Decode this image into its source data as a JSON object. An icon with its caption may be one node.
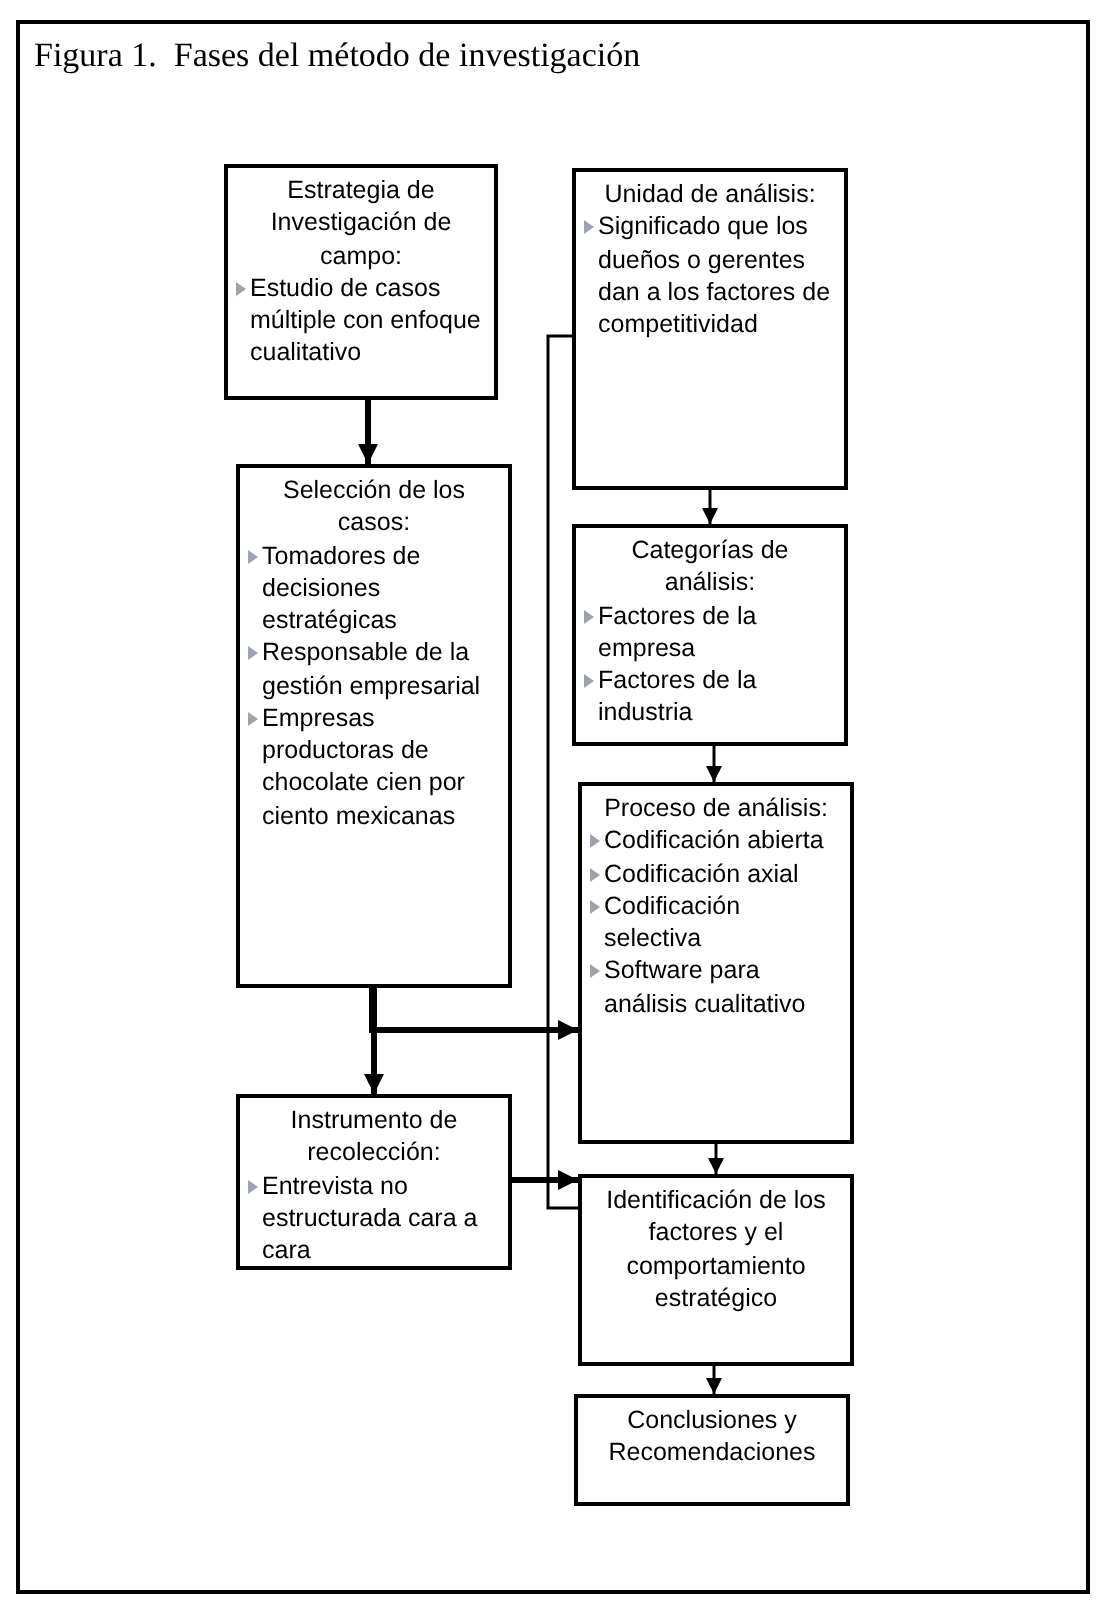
{
  "diagram": {
    "title": "Figura 1.  Fases del método de investigación",
    "nodes": [
      {
        "text": [
          "Estrategia de Investigación de campo:",
          "Estudio de casos múltiple con enfoque cualitativo"
        ]
      },
      {
        "text": [
          "Selección de los casos:",
          "Tomadores de decisiones estratégicas",
          "Responsable de la gestión empresarial",
          "Empresas productoras de chocolate cien por ciento mexicanas"
        ]
      },
      {
        "text": [
          "Instrumento de recolección:",
          "Entrevista no estructurada cara a cara"
        ]
      },
      {
        "text": [
          "Unidad de análisis:",
          "Significado que los dueños o gerentes dan a los factores de competitividad"
        ]
      },
      {
        "text": [
          "Categorías de análisis:",
          "Factores de la empresa",
          "Factores de la industria"
        ]
      },
      {
        "text": [
          "Proceso de análisis:",
          "Codificación abierta",
          "Codificación axial",
          "Codificación selectiva",
          "Software para análisis cualitativo"
        ]
      },
      {
        "text": [
          "Identificación de los factores y el comportamiento estratégico"
        ]
      },
      {
        "text": [
          "Conclusiones y Recomendaciones"
        ]
      }
    ],
    "edges": [
      {
        "from": 0,
        "to": 1,
        "arrow": "to",
        "style": "thick"
      },
      {
        "from": 1,
        "to": 2,
        "arrow": "to",
        "style": "thick"
      },
      {
        "from": 1,
        "to": 5,
        "arrow": "to",
        "style": "thick"
      },
      {
        "from": 2,
        "to": 6,
        "arrow": "to",
        "style": "thick"
      },
      {
        "from": 3,
        "to": 4,
        "arrow": "to"
      },
      {
        "from": 4,
        "to": 5,
        "arrow": "to"
      },
      {
        "from": 5,
        "to": 6,
        "arrow": "to"
      },
      {
        "from": 6,
        "to": 7,
        "arrow": "to"
      },
      {
        "from": 3,
        "to": 6,
        "arrow": "none"
      }
    ]
  }
}
